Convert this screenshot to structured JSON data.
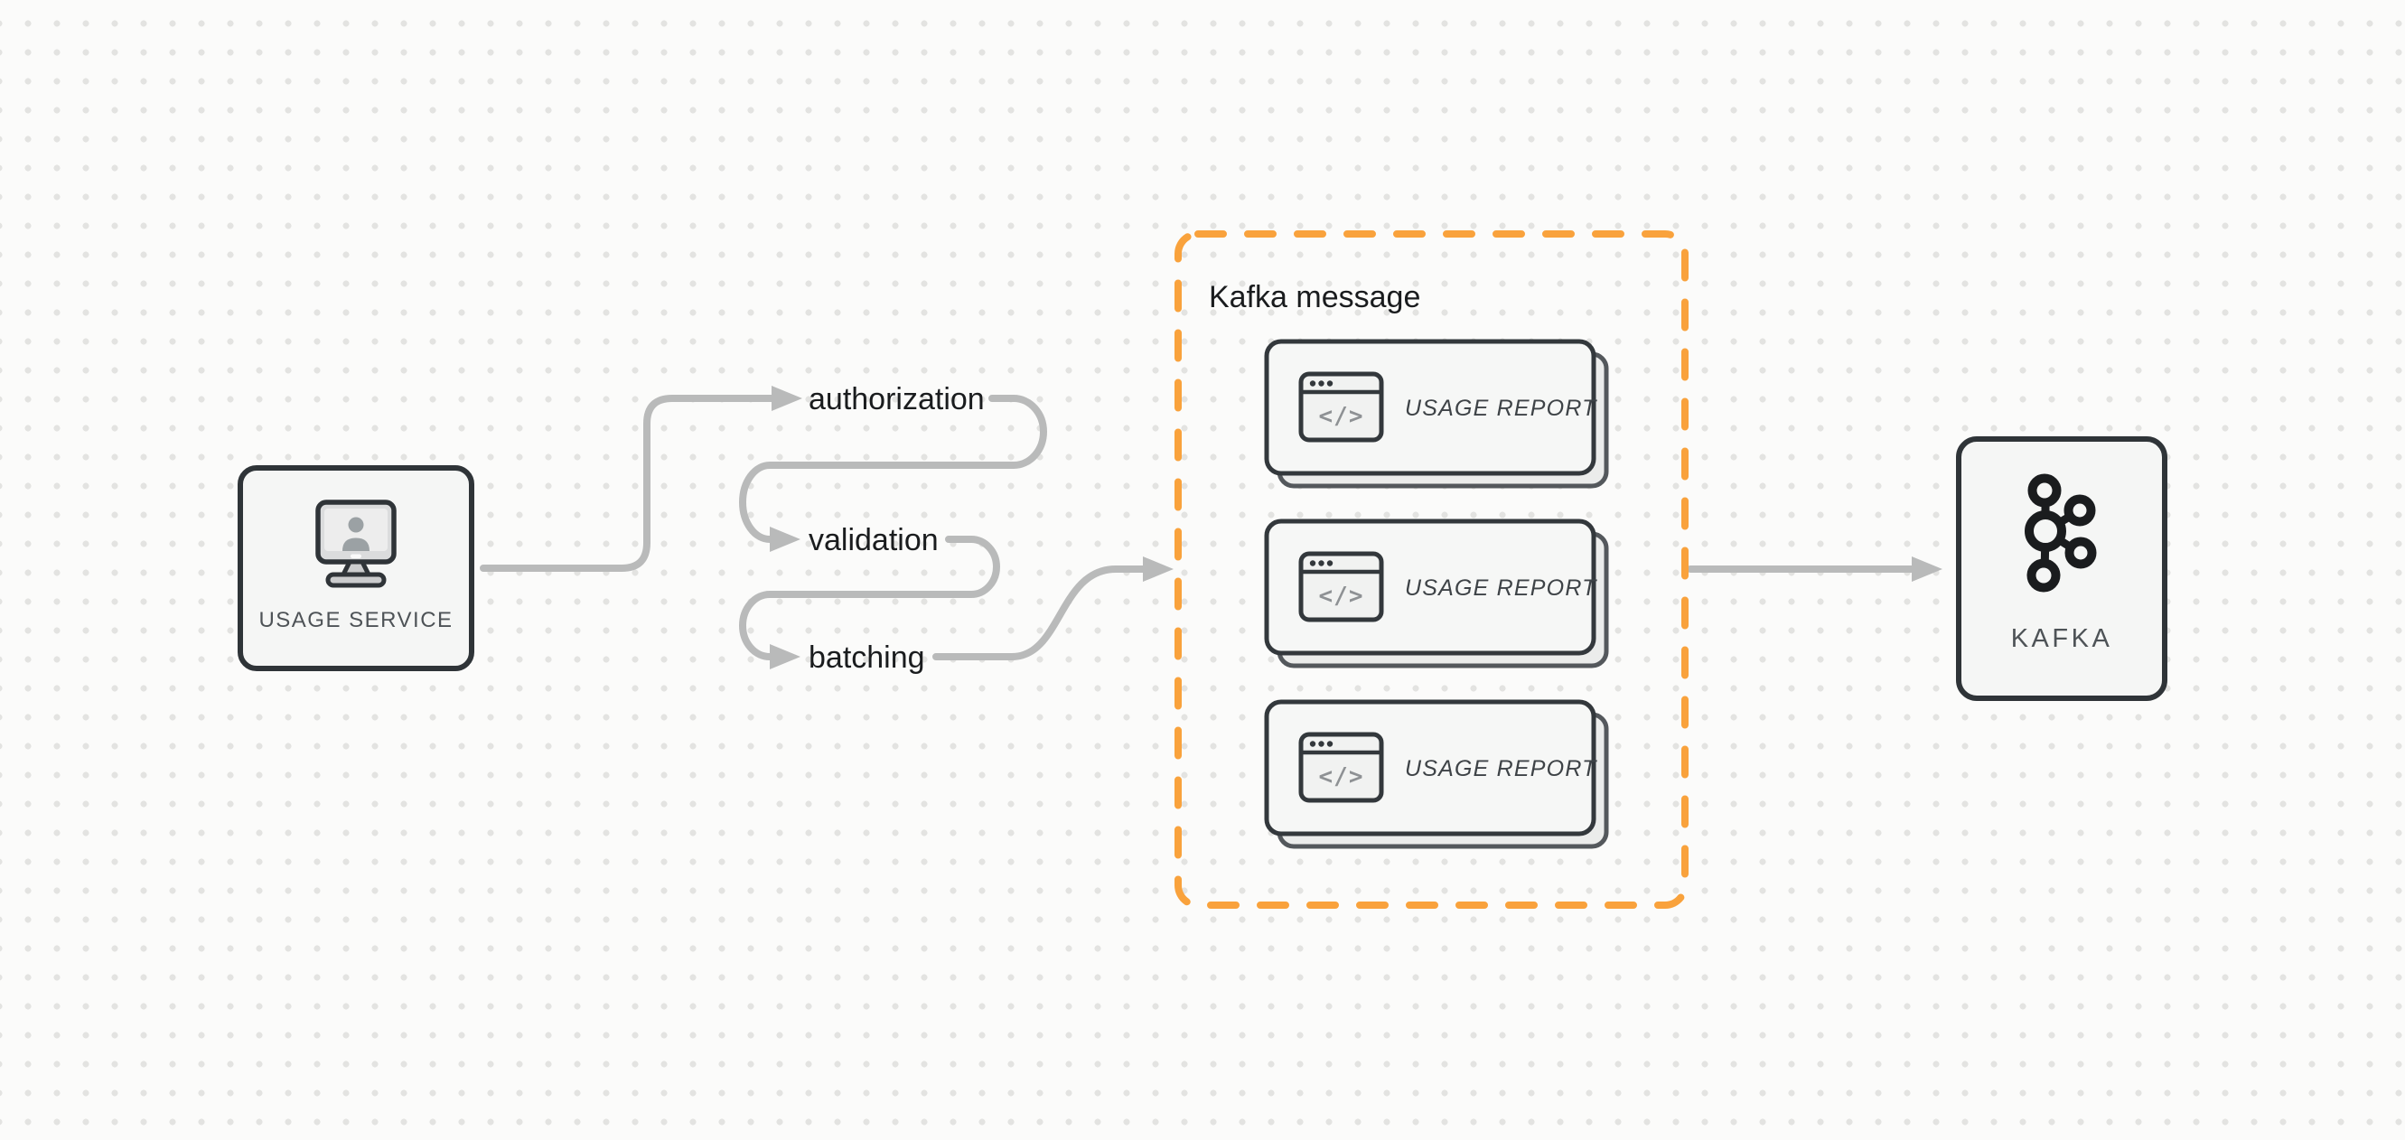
{
  "diagram": {
    "usage_service_node": {
      "label": "USAGE SERVICE",
      "icon": "monitor-user-icon"
    },
    "steps": [
      {
        "label": "authorization"
      },
      {
        "label": "validation"
      },
      {
        "label": "batching"
      }
    ],
    "kafka_message_group": {
      "title": "Kafka message",
      "code_glyph": "</>",
      "cards": [
        {
          "label": "USAGE REPORT",
          "icon": "code-window-icon"
        },
        {
          "label": "USAGE REPORT",
          "icon": "code-window-icon"
        },
        {
          "label": "USAGE REPORT",
          "icon": "code-window-icon"
        }
      ]
    },
    "kafka_node": {
      "label": "KAFKA",
      "icon": "kafka-logo-icon"
    },
    "colors": {
      "accent_orange": "#F9A23C",
      "arrow_gray": "#B9BABA",
      "node_border": "#2F3438",
      "node_fill": "#F5F6F5",
      "card_border": "#33383C",
      "card_fill": "#F6F7F6",
      "card_shadow_border": "#54585C",
      "card_shadow_fill": "#EBECEB",
      "text_dark": "#1A1C1E",
      "text_gray": "#4E5357",
      "text_report": "#3E4347",
      "icon_gray": "#8E9194",
      "bg": "#FBFBFA",
      "dot": "#E3E3E1"
    }
  }
}
